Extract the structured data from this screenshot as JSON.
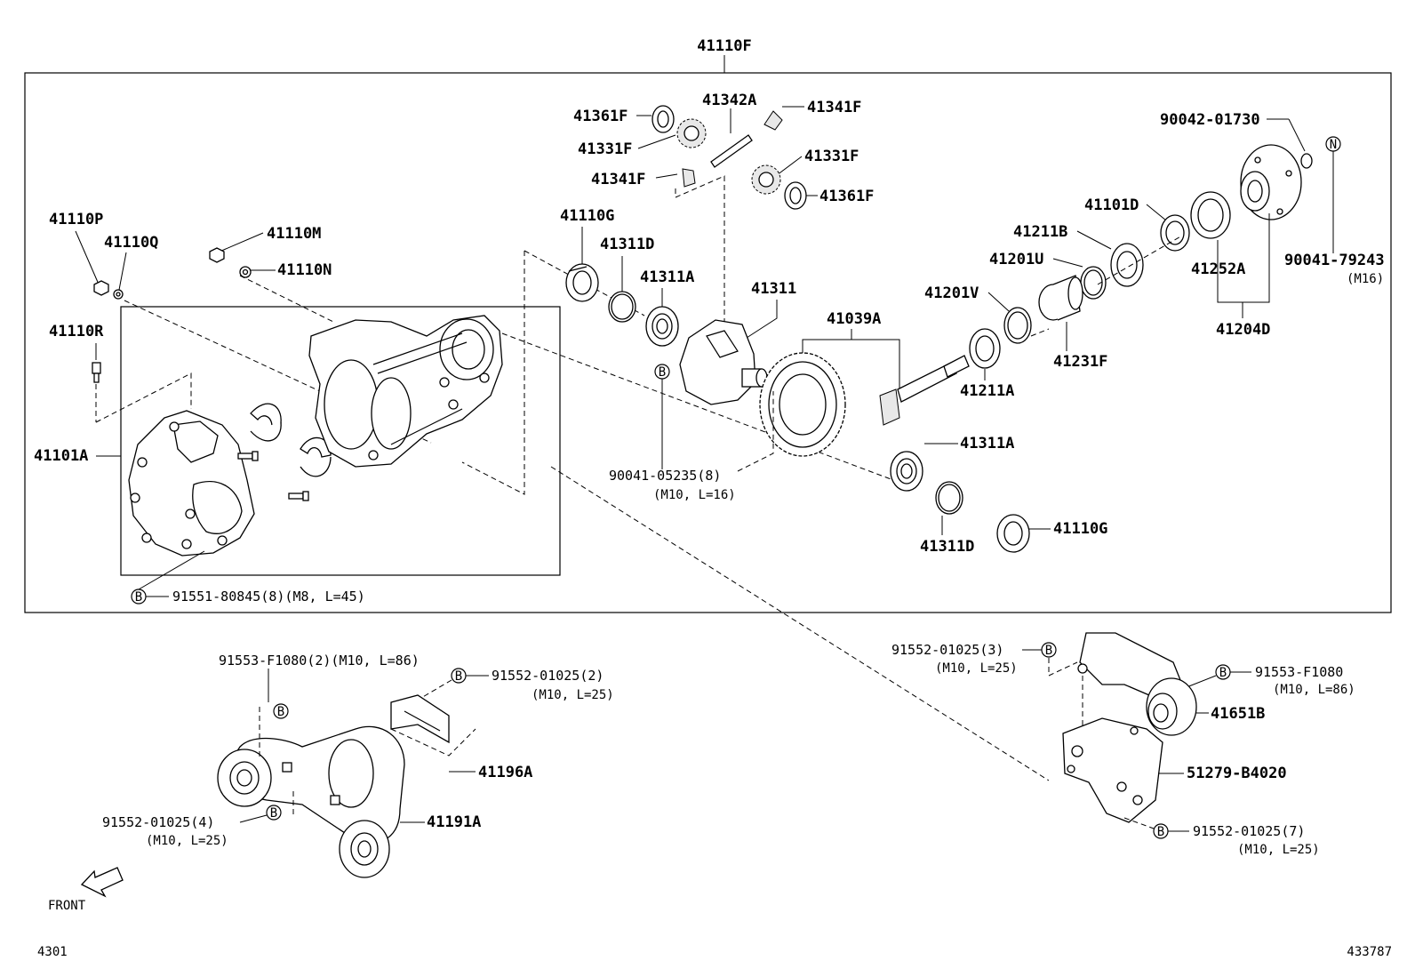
{
  "title": "41110F",
  "labels": {
    "p41361F_a": "41361F",
    "p41342A": "41342A",
    "p41341F_a": "41341F",
    "p41331F_a": "41331F",
    "p41331F_b": "41331F",
    "p41341F_b": "41341F",
    "p41361F_b": "41361F",
    "p41110G_a": "41110G",
    "p41311D_a": "41311D",
    "p41311A_a": "41311A",
    "p41311": "41311",
    "p41039A": "41039A",
    "p41110P": "41110P",
    "p41110Q": "41110Q",
    "p41110M": "41110M",
    "p41110N": "41110N",
    "p41110R": "41110R",
    "p41101A": "41101A",
    "p90041_05235": "90041-05235(8)",
    "p90041_05235_spec": "(M10, L=16)",
    "p41311A_b": "41311A",
    "p41311D_b": "41311D",
    "p41110G_b": "41110G",
    "p90042_01730": "90042-01730",
    "p41101D": "41101D",
    "p41211B": "41211B",
    "p41201U": "41201U",
    "p41201V": "41201V",
    "p41252A": "41252A",
    "p90041_79243": "90041-79243",
    "p90041_79243_spec": "(M16)",
    "p41204D": "41204D",
    "p41231F": "41231F",
    "p41211A": "41211A",
    "p91551_80845": "91551-80845(8)(M8, L=45)",
    "p91553_F1080_a": "91553-F1080(2)(M10, L=86)",
    "p91552_01025_2": "91552-01025(2)",
    "p91552_01025_2_spec": "(M10, L=25)",
    "p41196A": "41196A",
    "p91552_01025_4": "91552-01025(4)",
    "p91552_01025_4_spec": "(M10, L=25)",
    "p41191A": "41191A",
    "p91552_01025_3": "91552-01025(3)",
    "p91552_01025_3_spec": "(M10, L=25)",
    "p91553_F1080_b": "91553-F1080",
    "p91553_F1080_b_spec": "(M10, L=86)",
    "p41651B": "41651B",
    "p51279_B4020": "51279-B4020",
    "p91552_01025_7": "91552-01025(7)",
    "p91552_01025_7_spec": "(M10, L=25)"
  },
  "markers": {
    "b": "B",
    "n": "N"
  },
  "front_label": "FRONT",
  "footer": {
    "left": "4301",
    "right": "433787"
  }
}
